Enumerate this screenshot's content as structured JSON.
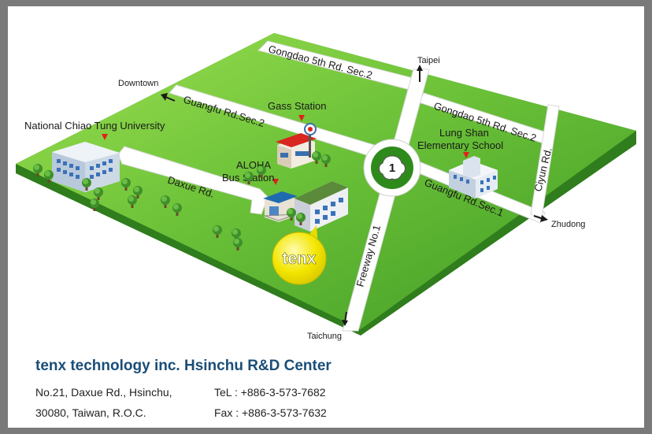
{
  "map": {
    "roads": {
      "gongdao_top": "Gongdao 5th Rd. Sec.2",
      "gongdao_right": "Gongdao 5th Rd. Sec.2",
      "guangfu_sec2": "Guangfu Rd.Sec.2",
      "guangfu_sec1": "Guangfu Rd.Sec.1",
      "daxue": "Daxue Rd.",
      "ciyun": "Ciyun Rd.",
      "freeway": "Freeway No.1"
    },
    "directions": {
      "taipei": "Taipei",
      "downtown": "Downtown",
      "zhudong": "Zhudong",
      "taichung": "Taichung"
    },
    "landmarks": {
      "nctu": "National Chiao Tung University",
      "gas_station": "Gass Station",
      "bus_station_line1": "ALOHA",
      "bus_station_line2": "Bus Station",
      "school_line1": "Lung Shan",
      "school_line2": "Elementary School"
    },
    "freeway_shield": "1",
    "tenx_bubble": "tenx",
    "colors": {
      "grass_light": "#8ed84a",
      "grass_dark": "#3d9a24",
      "road": "#ffffff",
      "tenx_bubble": "#f2e600",
      "marker": "#e0201b",
      "heading": "#1a4e78"
    }
  },
  "footer": {
    "company": "tenx technology inc. Hsinchu R&D Center",
    "address_line1": "No.21, Daxue Rd., Hsinchu,",
    "address_line2": "30080, Taiwan, R.O.C.",
    "tel": "TeL : +886-3-573-7682",
    "fax": "Fax : +886-3-573-7632"
  }
}
